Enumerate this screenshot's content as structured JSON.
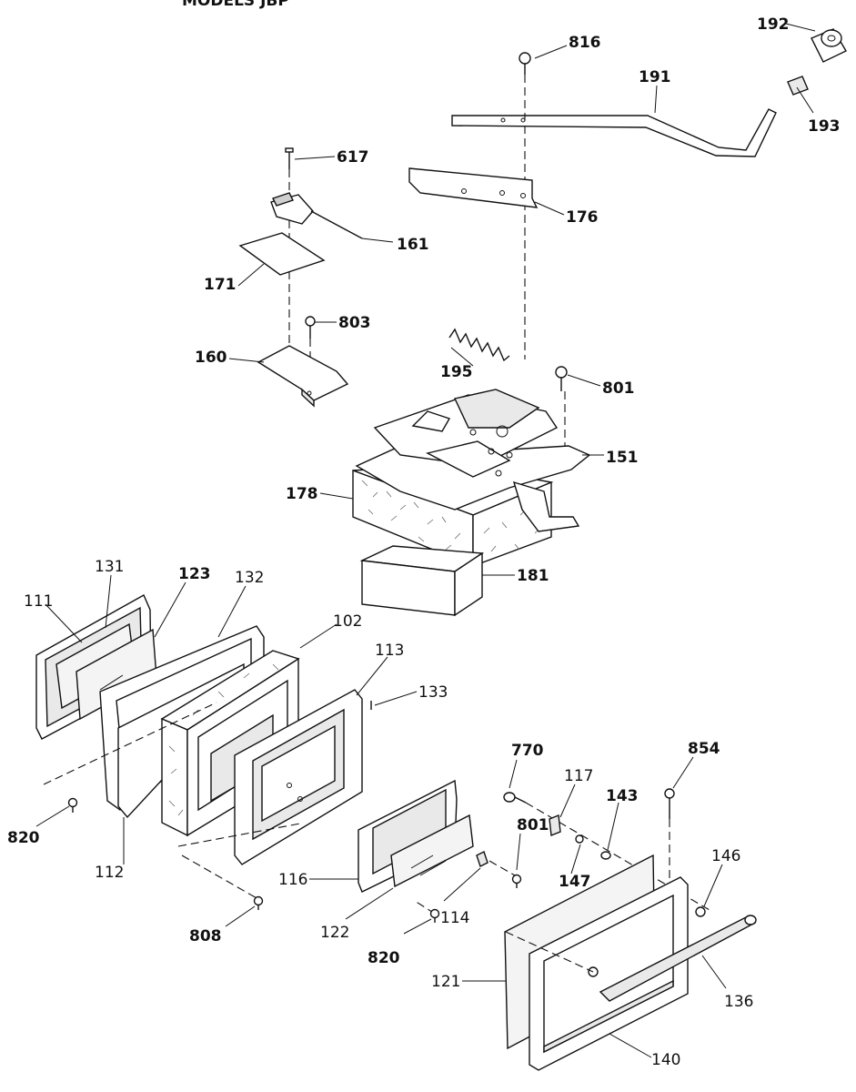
{
  "header": {
    "title": "MODELS JBP"
  },
  "parts": [
    {
      "id": "816"
    },
    {
      "id": "192"
    },
    {
      "id": "191"
    },
    {
      "id": "193"
    },
    {
      "id": "617"
    },
    {
      "id": "161"
    },
    {
      "id": "176"
    },
    {
      "id": "171"
    },
    {
      "id": "803"
    },
    {
      "id": "160"
    },
    {
      "id": "195"
    },
    {
      "id": "801"
    },
    {
      "id": "151"
    },
    {
      "id": "178"
    },
    {
      "id": "181"
    },
    {
      "id": "131"
    },
    {
      "id": "123"
    },
    {
      "id": "132"
    },
    {
      "id": "111"
    },
    {
      "id": "102"
    },
    {
      "id": "113"
    },
    {
      "id": "133"
    },
    {
      "id": "770"
    },
    {
      "id": "854"
    },
    {
      "id": "117"
    },
    {
      "id": "143"
    },
    {
      "id": "801"
    },
    {
      "id": "146"
    },
    {
      "id": "820"
    },
    {
      "id": "112"
    },
    {
      "id": "116"
    },
    {
      "id": "147"
    },
    {
      "id": "808"
    },
    {
      "id": "122"
    },
    {
      "id": "114"
    },
    {
      "id": "820"
    },
    {
      "id": "121"
    },
    {
      "id": "136"
    },
    {
      "id": "140"
    }
  ]
}
